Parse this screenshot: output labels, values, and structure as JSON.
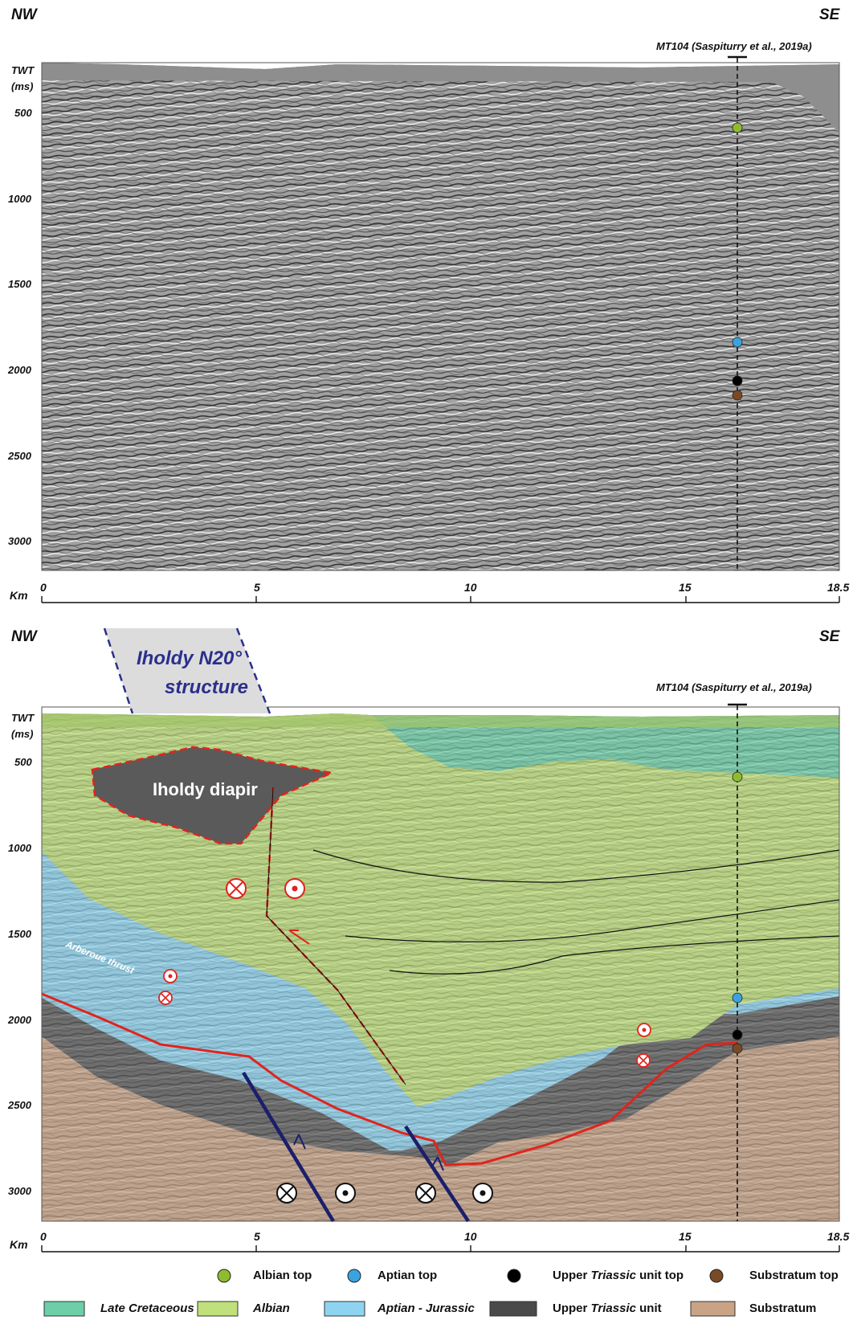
{
  "top_panel": {
    "dir_left": "NW",
    "dir_right": "SE",
    "well_label": "MT104 (Saspiturry et al., 2019a)",
    "yaxis_title": [
      "TWT",
      "(ms)"
    ],
    "yticks": [
      "500",
      "1000",
      "1500",
      "2000",
      "2500",
      "3000"
    ],
    "xaxis_label": "Km",
    "xticks": [
      "0",
      "5",
      "10",
      "15",
      "18.5"
    ]
  },
  "bottom_panel": {
    "dir_left": "NW",
    "dir_right": "SE",
    "well_label": "MT104 (Saspiturry et al., 2019a)",
    "yaxis_title": [
      "TWT",
      "(ms)"
    ],
    "yticks": [
      "500",
      "1000",
      "1500",
      "2000",
      "2500",
      "3000"
    ],
    "xaxis_label": "Km",
    "xticks": [
      "0",
      "5",
      "10",
      "15",
      "18.5"
    ],
    "structure_box": [
      "Iholdy N20°",
      "structure"
    ],
    "diapir_label": "Iholdy diapir",
    "thrust_label": "Arberoue thrust"
  },
  "legend": {
    "markers": [
      {
        "label": "Albian top",
        "color": "#8fbc2e"
      },
      {
        "label": "Aptian top",
        "color": "#3aa3df"
      },
      {
        "label_pre": "Upper ",
        "label_it": "Triassic",
        "label_post": " unit top",
        "color": "#000000"
      },
      {
        "label": "Substratum top",
        "color": "#7a4a25"
      }
    ],
    "units": [
      {
        "label": "Late Cretaceous",
        "color": "#6ccfa8",
        "italic": true
      },
      {
        "label": "Albian",
        "color": "#bfe07a",
        "italic": true
      },
      {
        "label": "Aptian - Jurassic",
        "color": "#8ed4f0",
        "italic": true
      },
      {
        "label_pre": "Upper ",
        "label_it": "Triassic",
        "label_post": " unit",
        "color": "#4a4a4a",
        "italic": false
      },
      {
        "label": "Substratum",
        "color": "#c8a386",
        "italic": false
      }
    ]
  },
  "colors": {
    "seismic_grey": "#9c9c9c",
    "fault_red": "#e0241c",
    "basement_fault": "#1b1f6b",
    "structure_box_fill": "#dcdcdc",
    "structure_text": "#2b2f8c"
  }
}
